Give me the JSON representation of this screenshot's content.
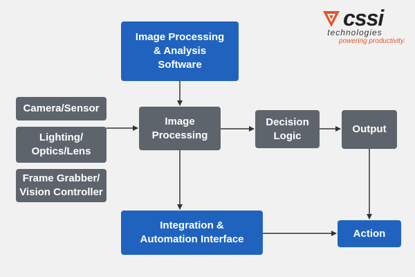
{
  "logo": {
    "name": "cssi",
    "subtitle": "technologies",
    "tagline": "powering productivity.",
    "colors": {
      "mark": "#e2562a",
      "text": "#222222",
      "tagline": "#e2562a"
    }
  },
  "nodes": {
    "software": "Image Processing\n& Analysis\nSoftware",
    "camera": "Camera/Sensor",
    "lighting": "Lighting/\nOptics/Lens",
    "frame_grabber": "Frame Grabber/\nVision Controller",
    "image_processing": "Image\nProcessing",
    "decision_logic": "Decision\nLogic",
    "output": "Output",
    "integration": "Integration &\nAutomation Interface",
    "action": "Action"
  },
  "colors": {
    "gray_box": "#5e646b",
    "blue_box": "#1f63be",
    "arrow": "#333333",
    "background": "#f1f1f1"
  }
}
